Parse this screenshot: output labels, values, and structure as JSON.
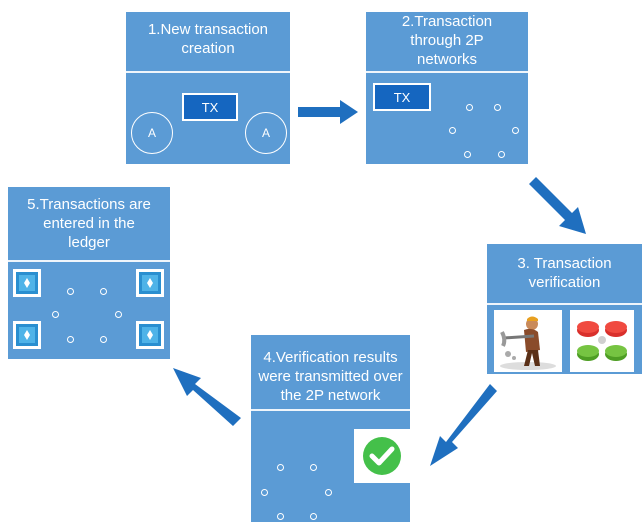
{
  "colors": {
    "box": "#5b9bd5",
    "arrow": "#1f6fbf",
    "tx": "#1566c0",
    "check": "#44c04a"
  },
  "step1": {
    "title": "1.New transaction creation",
    "tx_label": "TX",
    "node_a": "A",
    "node_b": "A"
  },
  "step2": {
    "title": "2.Transaction through 2P networks",
    "tx_label": "TX"
  },
  "step3": {
    "title": "3. Transaction verification"
  },
  "step4": {
    "title": "4.Verification results were transmitted over the 2P network"
  },
  "step5": {
    "title": "5.Transactions are entered in the ledger"
  },
  "icons": {
    "wallet": "wallet-icon",
    "miner": "miner-illustration",
    "tokens": "tokens-illustration",
    "check": "check-icon"
  }
}
